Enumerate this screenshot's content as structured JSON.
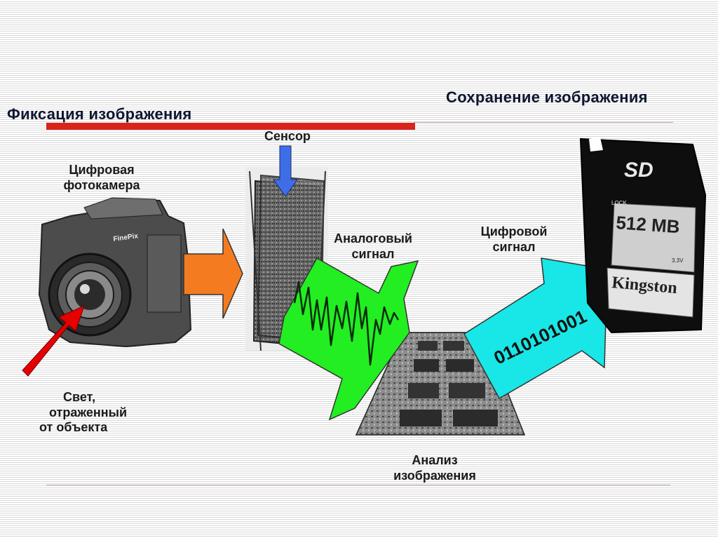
{
  "titles": {
    "capture": "Фиксация изображения",
    "storage": "Сохранение изображения"
  },
  "labels": {
    "camera_line1": "Цифровая",
    "camera_line2": "фотокамера",
    "sensor": "Сенсор",
    "analog_line1": "Аналоговый",
    "analog_line2": "сигнал",
    "digital_line1": "Цифровой",
    "digital_line2": "сигнал",
    "light_line1": "Свет,",
    "light_line2": "отраженный",
    "light_line3": "от объекта",
    "analysis_line1": "Анализ",
    "analysis_line2": "изображения",
    "binary": "0110101001"
  },
  "sd_card": {
    "brand_logo": "SD",
    "capacity": "512 MB",
    "maker": "Kingston",
    "lock": "LOCK",
    "voltage": "3.3V"
  },
  "camera": {
    "brand": "FinePix"
  },
  "colors": {
    "red_bar": "#d9241b",
    "title_text": "#0d1630",
    "orange_arrow": "#f47b20",
    "green_arrow": "#22ee22",
    "cyan_arrow": "#19e6e6",
    "red_arrow": "#e60000",
    "sensor_arrow": "#3d6ee8"
  }
}
